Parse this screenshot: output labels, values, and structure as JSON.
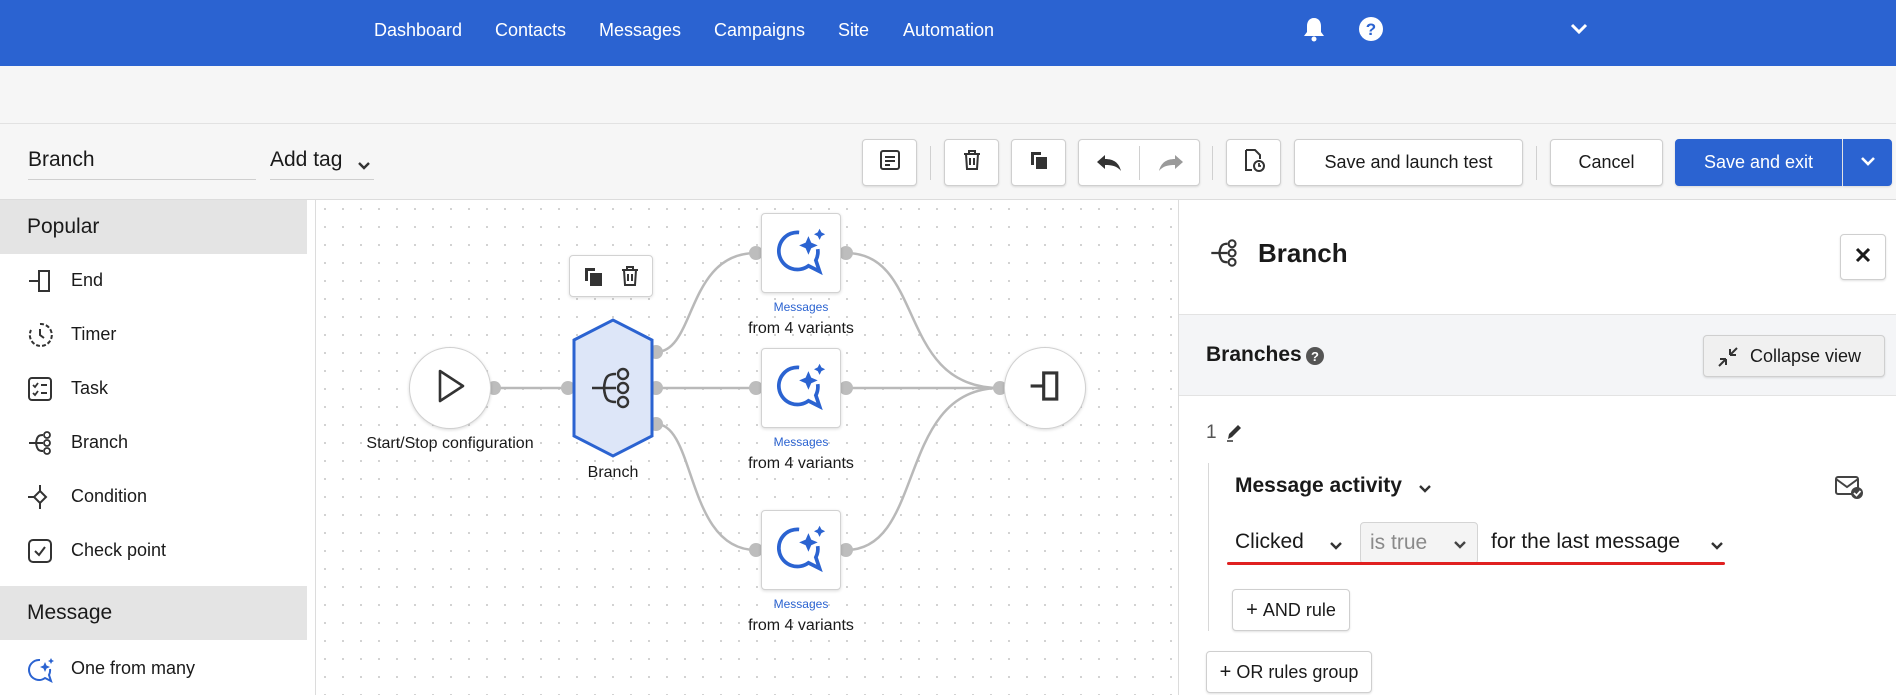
{
  "nav": {
    "items": [
      "Dashboard",
      "Contacts",
      "Messages",
      "Campaigns",
      "Site",
      "Automation"
    ],
    "bell_icon": "bell-icon",
    "help_icon": "help-icon",
    "menu_icon": "chevron-down-icon"
  },
  "toolbar": {
    "name_value": "Branch",
    "tag_placeholder": "Add tag",
    "save_launch_label": "Save and launch test",
    "cancel_label": "Cancel",
    "save_exit_label": "Save and exit"
  },
  "palette": {
    "sections": [
      {
        "title": "Popular",
        "items": [
          {
            "label": "End",
            "icon": "end-icon"
          },
          {
            "label": "Timer",
            "icon": "timer-icon"
          },
          {
            "label": "Task",
            "icon": "task-icon"
          },
          {
            "label": "Branch",
            "icon": "branch-icon"
          },
          {
            "label": "Condition",
            "icon": "condition-icon"
          },
          {
            "label": "Check point",
            "icon": "checkpoint-icon"
          }
        ]
      },
      {
        "title": "Message",
        "items": [
          {
            "label": "One from many",
            "icon": "one-from-many-icon"
          }
        ]
      }
    ]
  },
  "canvas": {
    "start_label": "Start/Stop configuration",
    "branch_label": "Branch",
    "messages": [
      {
        "sub": "Messages",
        "label": "from 4 variants"
      },
      {
        "sub": "Messages",
        "label": "from 4 variants"
      },
      {
        "sub": "Messages",
        "label": "from 4 variants"
      }
    ]
  },
  "panel": {
    "title": "Branch",
    "branches_label": "Branches",
    "collapse_label": "Collapse view",
    "branch_number": "1",
    "rule_activity": "Message activity",
    "rule_event": "Clicked",
    "rule_operator": "is true",
    "rule_scope": "for the last message",
    "and_rule_label": "AND rule",
    "or_group_label": "OR rules group"
  },
  "colors": {
    "brand": "#2b63d1",
    "highlight_underline": "#e02020",
    "branch_node_fill": "#dde6f8"
  }
}
